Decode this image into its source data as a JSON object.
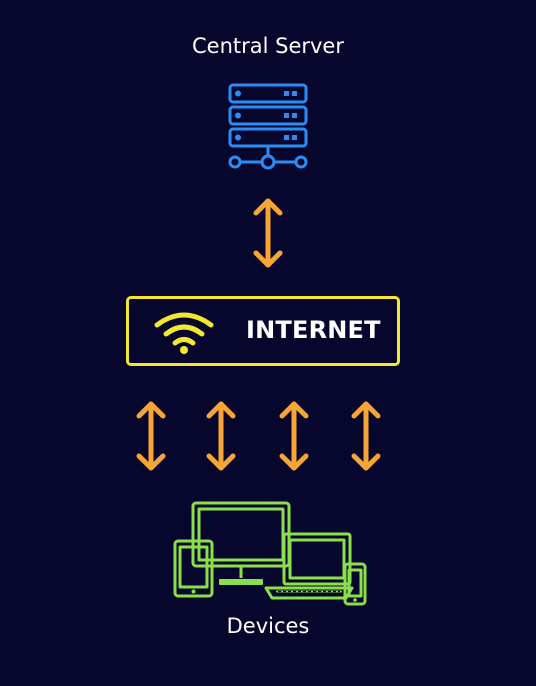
{
  "diagram": {
    "server_label": "Central Server",
    "internet_label": "INTERNET",
    "devices_label": "Devices"
  },
  "icons": {
    "server": "server-stack-icon",
    "wifi": "wifi-icon",
    "devices": "devices-icon",
    "arrow": "double-arrow-icon"
  },
  "colors": {
    "background": "#07072e",
    "server": "#2b8cf5",
    "arrows": "#f7a535",
    "internet_border": "#f4e82f",
    "devices": "#8ae04b",
    "text": "#ffffff"
  }
}
